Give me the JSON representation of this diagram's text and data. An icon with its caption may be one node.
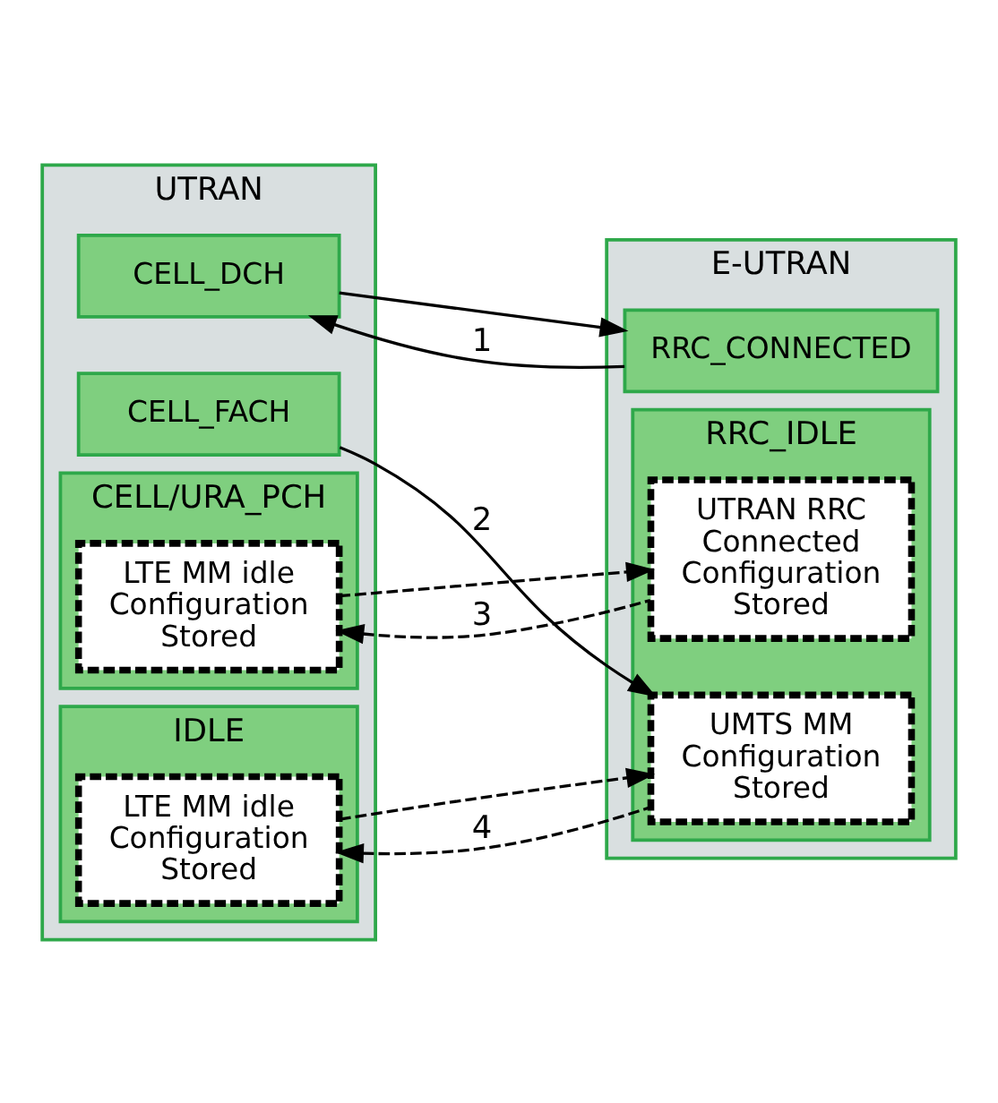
{
  "diagram": {
    "nodes": [
      {
        "text": [
          "UTRAN"
        ]
      },
      {
        "text": [
          "CELL_DCH"
        ],
        "in": 0
      },
      {
        "text": [
          "CELL_FACH"
        ],
        "in": 0
      },
      {
        "text": [
          "CELL/URA_PCH"
        ],
        "in": 0
      },
      {
        "text": [
          "LTE MM idle Configuration Stored"
        ],
        "in": 3
      },
      {
        "text": [
          "IDLE"
        ],
        "in": 0
      },
      {
        "text": [
          "LTE MM idle Configuration Stored"
        ],
        "in": 5
      },
      {
        "text": [
          "E-UTRAN"
        ]
      },
      {
        "text": [
          "RRC_CONNECTED"
        ],
        "in": 7
      },
      {
        "text": [
          "RRC_IDLE"
        ],
        "in": 7
      },
      {
        "text": [
          "UTRAN RRC Connected Configuration Stored"
        ],
        "in": 9
      },
      {
        "text": [
          "UMTS MM Configuration Stored"
        ],
        "in": 9
      }
    ],
    "edges": [
      {
        "from": 1,
        "to": 8,
        "arrow": "to"
      },
      {
        "from": 8,
        "to": 1,
        "arrow": "to",
        "label": "1"
      },
      {
        "from": 2,
        "to": 11,
        "arrow": "to",
        "label": "2"
      },
      {
        "from": 4,
        "to": 10,
        "arrow": "to",
        "style": "dashed"
      },
      {
        "from": 10,
        "to": 4,
        "arrow": "to",
        "style": "dashed",
        "label": "3"
      },
      {
        "from": 6,
        "to": 11,
        "arrow": "to",
        "style": "dashed"
      },
      {
        "from": 11,
        "to": 6,
        "arrow": "to",
        "style": "dashed",
        "label": "4"
      }
    ]
  }
}
